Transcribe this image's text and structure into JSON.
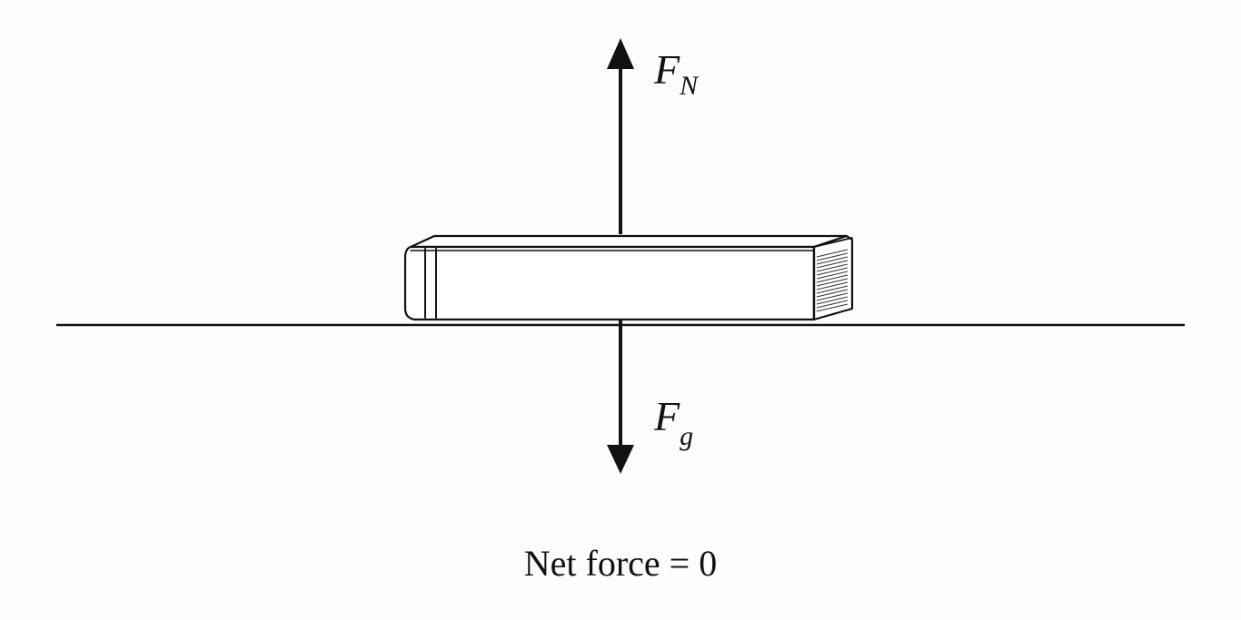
{
  "diagram": {
    "forces": [
      {
        "id": "normal",
        "letter": "F",
        "subscript": "N",
        "direction": "up"
      },
      {
        "id": "gravity",
        "letter": "F",
        "subscript": "g",
        "direction": "down"
      }
    ],
    "caption": "Net force = 0",
    "colors": {
      "ink": "#111111",
      "background": "#fdfdfc"
    }
  }
}
